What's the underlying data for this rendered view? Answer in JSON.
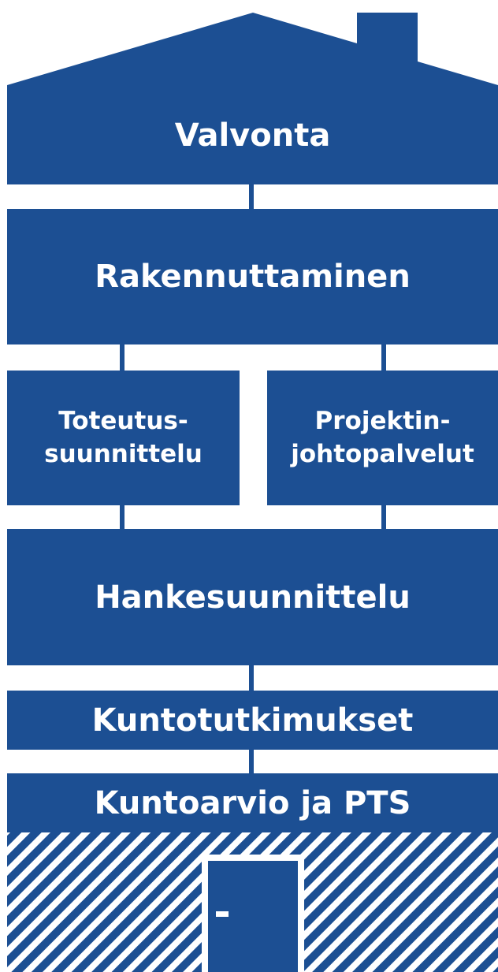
{
  "colors": {
    "primary": "#1c4f93",
    "background": "#ffffff",
    "text": "#ffffff"
  },
  "diagram": {
    "roof_label": "Valvonta",
    "level_1": "Rakennuttaminen",
    "level_2_left": {
      "line1": "Toteutus-",
      "line2": "suunnittelu"
    },
    "level_2_right": {
      "line1": "Projektin-",
      "line2": "johtopalvelut"
    },
    "level_3": "Hankesuunnittelu",
    "level_4": "Kuntotutkimukset",
    "level_5": "Kuntoarvio ja PTS"
  }
}
